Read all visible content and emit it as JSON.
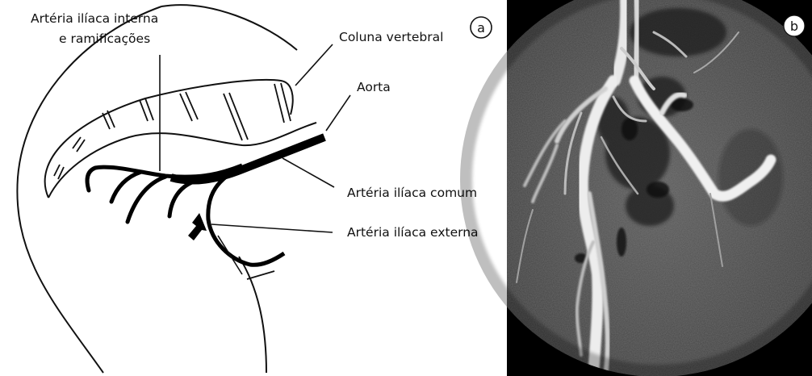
{
  "panel_a": {
    "letter": "a",
    "labels": {
      "internal_iliac_line1": "Artéria ilíaca interna",
      "internal_iliac_line2": "e ramificações",
      "spine": "Coluna vertebral",
      "aorta": "Aorta",
      "common_iliac": "Artéria ilíaca comum",
      "external_iliac": "Artéria ilíaca externa"
    }
  },
  "panel_b": {
    "letter": "b"
  }
}
